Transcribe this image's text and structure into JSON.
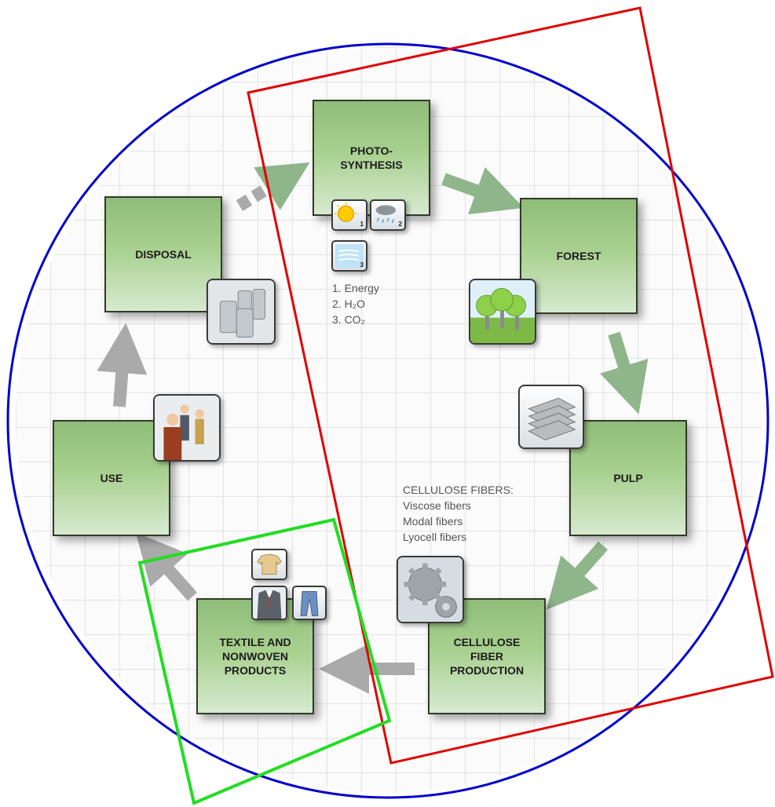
{
  "stages": {
    "photosynthesis": "PHOTO-\nSYNTHESIS",
    "forest": "FOREST",
    "pulp": "PULP",
    "cellulose_fiber_production": "CELLULOSE\nFIBER\nPRODUCTION",
    "textile_and_nonwoven_products": "TEXTILE AND\nNONWOVEN\nPRODUCTS",
    "use": "USE",
    "disposal": "DISPOSAL"
  },
  "inputs": {
    "badges": [
      "1",
      "2",
      "3"
    ],
    "items": [
      "1. Energy",
      "2. H₂O",
      "3. CO₂"
    ]
  },
  "cellulose_fibers": {
    "title": "CELLULOSE FIBERS:",
    "items": [
      "Viscose fibers",
      "Modal fibers",
      "Lyocell fibers"
    ]
  },
  "colors": {
    "box_green": "#a8d08f",
    "arrow_green": "#8fb58a",
    "arrow_gray": "#aaaaaa",
    "circle": "#0000cc",
    "red_outline": "#e00000",
    "green_outline": "#22dd22"
  },
  "icons": [
    "sun-icon",
    "rain-icon",
    "air-icon",
    "trees-icon",
    "pulp-sheets-icon",
    "gears-icon",
    "sweater-icon",
    "suit-icon",
    "jeans-icon",
    "people-icon",
    "bins-icon"
  ]
}
